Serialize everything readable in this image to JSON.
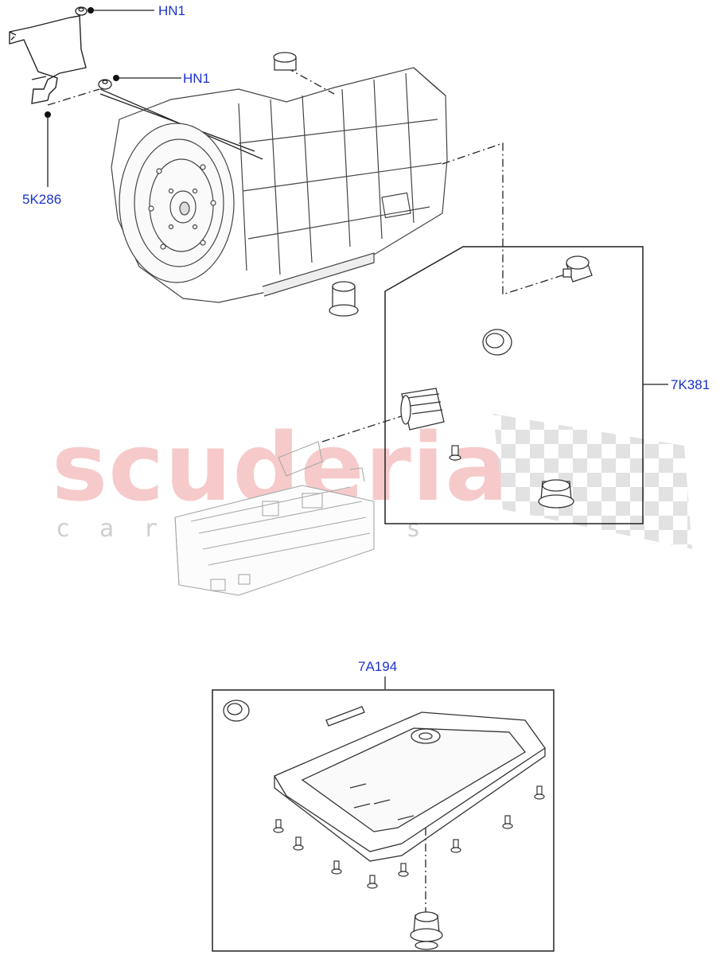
{
  "watermark": {
    "brand": "scuderia",
    "tagline": "car parts"
  },
  "callouts": {
    "hn1_upper": "HN1",
    "hn1_lower": "HN1",
    "bracket": "5K286",
    "valve_kit": "7K381",
    "oil_pan": "7A194"
  },
  "icons": {
    "checker_flag": "checkered-flag-icon",
    "leader_dot": "leader-dot-icon"
  },
  "colors": {
    "callout_text": "#1a33cc",
    "line_art": "#222222",
    "watermark_red": "#f6caca",
    "watermark_grey": "#cfcfcf"
  }
}
